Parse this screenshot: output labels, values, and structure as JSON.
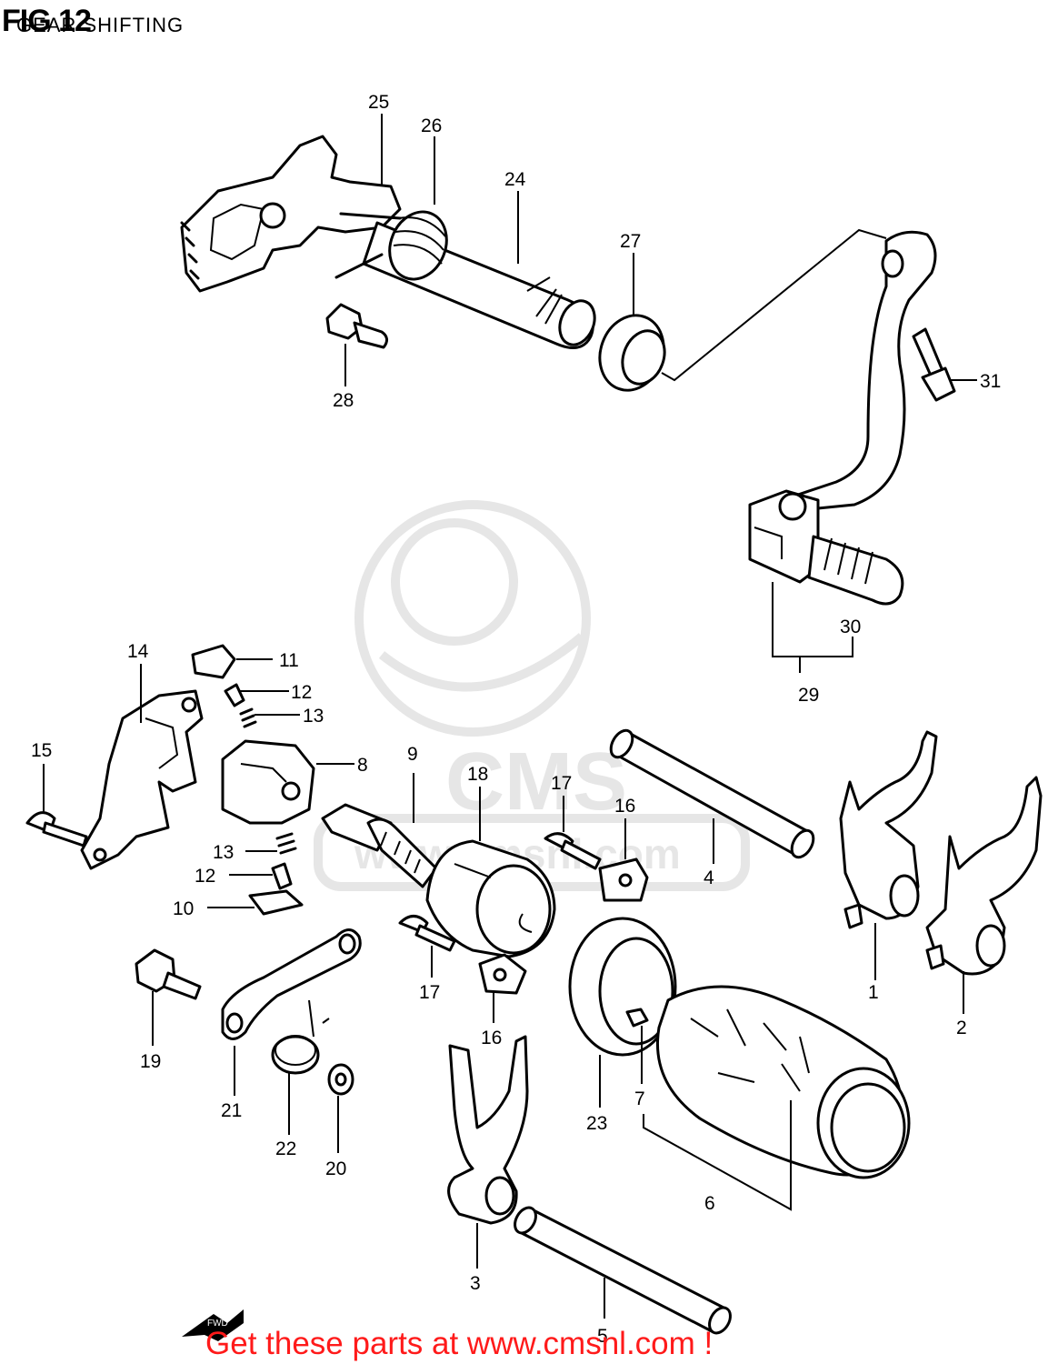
{
  "header": {
    "fig_label": "FIG 12",
    "subtitle": "GEAR SHIFTING"
  },
  "footer": {
    "promo_text": "Get these parts at www.cmsnl.com !",
    "promo_color": "#ff1a1a"
  },
  "watermark": {
    "logo_text": "CMS",
    "url_text": "www.cmsnl.com"
  },
  "direction_marker": {
    "label": "FWD"
  },
  "callouts": [
    "25",
    "26",
    "24",
    "27",
    "28",
    "31",
    "30",
    "29",
    "14",
    "11",
    "12",
    "13",
    "8",
    "15",
    "9",
    "18",
    "17",
    "16",
    "4",
    "13",
    "12",
    "10",
    "19",
    "21",
    "17",
    "16",
    "22",
    "20",
    "23",
    "7",
    "1",
    "2",
    "6",
    "3",
    "5"
  ]
}
